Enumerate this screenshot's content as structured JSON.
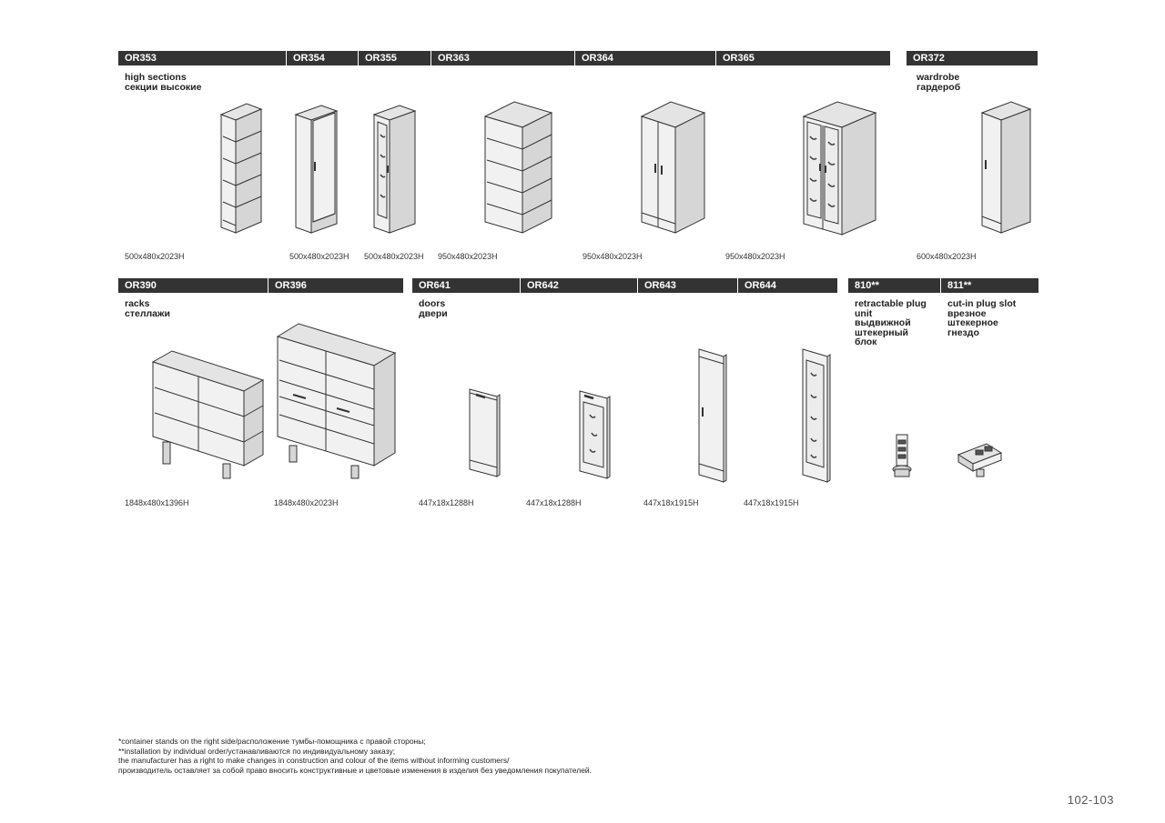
{
  "row1": {
    "headers": [
      "OR353",
      "OR354",
      "OR355",
      "OR363",
      "OR364",
      "OR365"
    ],
    "header_right": "OR372",
    "heading_left": [
      "high sections",
      "секции высокие"
    ],
    "heading_right": [
      "wardrobe",
      "гардероб"
    ],
    "dims": [
      "500x480x2023H",
      "500x480x2023H",
      "500x480x2023H",
      "950x480x2023H",
      "950x480x2023H",
      "950x480x2023H",
      "600x480x2023H"
    ]
  },
  "row2": {
    "headers_racks": [
      "OR390",
      "OR396"
    ],
    "headers_doors": [
      "OR641",
      "OR642",
      "OR643",
      "OR644"
    ],
    "headers_plugs": [
      "810**",
      "811**"
    ],
    "heading_racks": [
      "racks",
      "стеллажи"
    ],
    "heading_doors": [
      "doors",
      "двери"
    ],
    "heading_plug1": [
      "retractable plug",
      "unit",
      "выдвижной",
      "штекерный",
      "блок"
    ],
    "heading_plug2": [
      "cut-in plug slot",
      "врезное",
      "штекерное",
      "гнездо"
    ],
    "dims": [
      "1848x480x1396H",
      "1848x480x2023H",
      "447x18x1288H",
      "447x18x1288H",
      "447x18x1915H",
      "447x18x1915H"
    ]
  },
  "footnotes": [
    "*container stands on the right side/расположение тумбы-помощника с правой стороны;",
    "**installation by individual order/устанавливаются по индивидуальному заказу;",
    "the manufacturer has a right to make changes in construction and colour of the items without informing customers/",
    "производитель оставляет за собой право вносить конструктивные и цветовые изменения в изделия без уведомления покупателей."
  ],
  "page_number": "102-103"
}
